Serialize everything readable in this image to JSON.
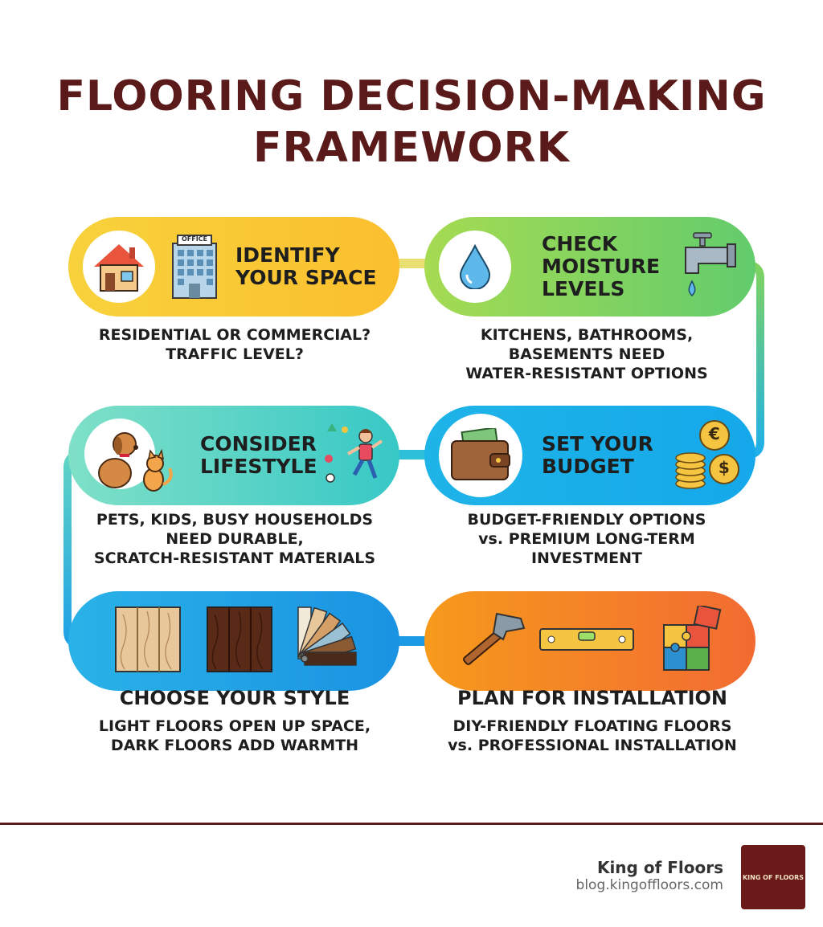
{
  "title": {
    "line1": "FLOORING DECISION-MAKING",
    "line2": "FRAMEWORK"
  },
  "steps": [
    {
      "label_lines": [
        "IDENTIFY",
        "YOUR SPACE"
      ],
      "icons": [
        "house-icon",
        "office-building-icon"
      ],
      "icon_text": "OFFICE",
      "desc_lines": [
        "RESIDENTIAL OR COMMERCIAL?",
        "TRAFFIC LEVEL?"
      ]
    },
    {
      "label_lines": [
        "CHECK",
        "MOISTURE",
        "LEVELS"
      ],
      "icons": [
        "water-drop-icon",
        "faucet-icon"
      ],
      "desc_lines": [
        "KITCHENS, BATHROOMS,",
        "BASEMENTS NEED",
        "WATER-RESISTANT OPTIONS"
      ]
    },
    {
      "label_lines": [
        "CONSIDER",
        "LIFESTYLE"
      ],
      "icons": [
        "dog-cat-icon",
        "child-playing-icon"
      ],
      "desc_lines": [
        "PETS, KIDS, BUSY HOUSEHOLDS",
        "NEED DURABLE,",
        "SCRATCH-RESISTANT MATERIALS"
      ]
    },
    {
      "label_lines": [
        "SET YOUR",
        "BUDGET"
      ],
      "icons": [
        "wallet-icon",
        "coins-icon"
      ],
      "desc_lines": [
        "BUDGET-FRIENDLY OPTIONS",
        "vs. PREMIUM LONG-TERM",
        "INVESTMENT"
      ]
    },
    {
      "heading": "CHOOSE YOUR STYLE",
      "icons": [
        "light-wood-icon",
        "dark-wood-icon",
        "color-swatch-icon"
      ],
      "desc_lines": [
        "LIGHT FLOORS OPEN UP SPACE,",
        "DARK FLOORS ADD WARMTH"
      ]
    },
    {
      "heading": "PLAN FOR INSTALLATION",
      "icons": [
        "hammer-icon",
        "level-icon",
        "puzzle-icon"
      ],
      "desc_lines": [
        "DIY-FRIENDLY FLOATING FLOORS",
        "vs. PROFESSIONAL INSTALLATION"
      ]
    }
  ],
  "coin_symbols": [
    "€",
    "$"
  ],
  "footer": {
    "brand_name": "King of Floors",
    "brand_url": "blog.kingoffloors.com",
    "logo_text": "KING OF FLOORS"
  },
  "colors": {
    "title": "#5a1a1a",
    "identify": "#f7d23c",
    "moisture": "#7fd35e",
    "lifestyle": "#4fd0c4",
    "budget": "#1fb0ea",
    "style": "#1fa0e6",
    "installation": "#f4802a"
  }
}
